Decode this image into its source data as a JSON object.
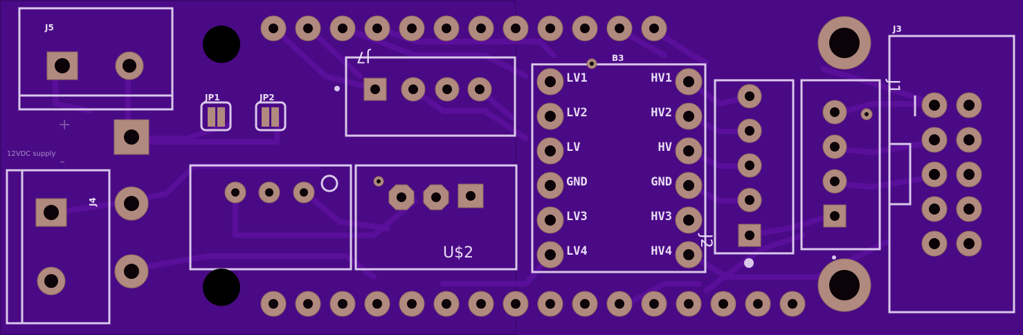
{
  "board": {
    "background": "#4a0a86",
    "silkscreen_color": "#d9c8ea",
    "pad_color": "#b08a7e"
  },
  "refs": {
    "j5": "J5",
    "j4": "J4",
    "j3": "J3",
    "j7": "J7",
    "j2": "J2",
    "j1": "J1",
    "jp1": "JP1",
    "jp2": "JP2",
    "b3": "B3",
    "u2": "U$2"
  },
  "supply_label": "12VDC supply",
  "plus_sign": "+",
  "minus_sign": "-",
  "level_shifter": {
    "left": [
      "LV1",
      "LV2",
      "LV",
      "GND",
      "LV3",
      "LV4"
    ],
    "right": [
      "HV1",
      "HV2",
      "HV",
      "GND",
      "HV3",
      "HV4"
    ]
  },
  "icons": {
    "mounting_hole": "mounting-hole-icon",
    "square_pad": "square-pad-icon",
    "round_pad": "round-pad-icon",
    "octagon_pad": "octagon-pad-icon"
  }
}
